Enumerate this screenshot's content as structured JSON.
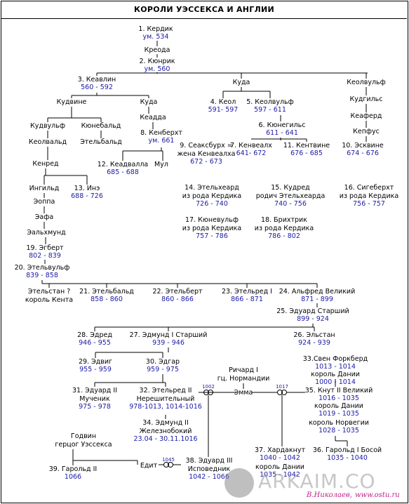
{
  "title": "КОРОЛИ УЭССЕКСА И АНГЛИИ",
  "nodes": [
    {
      "id": "n1",
      "name": "1. Кердик",
      "years": "ум. 534"
    },
    {
      "id": "n1a",
      "name": "Креода",
      "years": ""
    },
    {
      "id": "n2",
      "name": "2. Кюнрик",
      "years": "ум. 560"
    },
    {
      "id": "n3",
      "name": "3. Кеавлин",
      "years": "560 - 592"
    },
    {
      "id": "nKuda1",
      "name": "Куда",
      "years": ""
    },
    {
      "id": "nKeolv1",
      "name": "Кеолвульф",
      "years": ""
    },
    {
      "id": "nKudvine",
      "name": "Кудвине",
      "years": ""
    },
    {
      "id": "nKuda2",
      "name": "Куда",
      "years": ""
    },
    {
      "id": "n4",
      "name": "4. Кеол",
      "years": "591- 597"
    },
    {
      "id": "n5",
      "name": "5. Кеолвульф",
      "years": "597 - 611"
    },
    {
      "id": "nKudgils",
      "name": "Кудгильс",
      "years": ""
    },
    {
      "id": "nKudvulf",
      "name": "Кудвульф",
      "years": ""
    },
    {
      "id": "nKunebald",
      "name": "Кюнебальд",
      "years": ""
    },
    {
      "id": "nKeadda",
      "name": "Кеадда",
      "years": ""
    },
    {
      "id": "n6",
      "name": "6. Кюнегильс",
      "years": "611 - 641"
    },
    {
      "id": "nKeaferd",
      "name": "Кеаферд",
      "years": ""
    },
    {
      "id": "nKeolvald",
      "name": "Кеолвальд",
      "years": ""
    },
    {
      "id": "nEtelbald",
      "name": "Этельбальд",
      "years": ""
    },
    {
      "id": "n8",
      "name": "8. Кенберхт",
      "years": "ум. 661"
    },
    {
      "id": "nKepfus",
      "name": "Кепфус",
      "years": ""
    },
    {
      "id": "n9",
      "name": "9. Сеаксбурх =",
      "years": ""
    },
    {
      "id": "n9b",
      "name": "жена Кенвеалха",
      "years": "672 - 673"
    },
    {
      "id": "n7",
      "name": "7. Кенвеалх",
      "years": "641- 672"
    },
    {
      "id": "n11",
      "name": "11. Кентвине",
      "years": "676 - 685"
    },
    {
      "id": "n10",
      "name": "10. Эсквине",
      "years": "674 - 676"
    },
    {
      "id": "nKenred",
      "name": "Кенред",
      "years": ""
    },
    {
      "id": "n12",
      "name": "12. Кеадвалла",
      "years": "685 - 688"
    },
    {
      "id": "nMul",
      "name": "Мул",
      "years": ""
    },
    {
      "id": "nIngild",
      "name": "Ингильд",
      "years": ""
    },
    {
      "id": "n13",
      "name": "13. Инэ",
      "years": "688 - 726"
    },
    {
      "id": "n14",
      "name": "14. Этельхеард",
      "years": ""
    },
    {
      "id": "n14b",
      "name": "из рода Кердика",
      "years": "726 - 740"
    },
    {
      "id": "n15",
      "name": "15. Кудред",
      "years": ""
    },
    {
      "id": "n15b",
      "name": "родич Этельхеарда",
      "years": "740 - 756"
    },
    {
      "id": "n16",
      "name": "16. Сигеберхт",
      "years": ""
    },
    {
      "id": "n16b",
      "name": "из рода Кердика",
      "years": "756 - 757"
    },
    {
      "id": "nEoppa",
      "name": "Эоппа",
      "years": ""
    },
    {
      "id": "nEafa",
      "name": "Эафа",
      "years": ""
    },
    {
      "id": "n17",
      "name": "17. Кюневульф",
      "years": ""
    },
    {
      "id": "n17b",
      "name": "из рода Кердика",
      "years": "757 - 786"
    },
    {
      "id": "n18",
      "name": "18. Брихтрик",
      "years": ""
    },
    {
      "id": "n18b",
      "name": "из рода Кердика",
      "years": "786 - 802"
    },
    {
      "id": "nEalhmund",
      "name": "Эальхмунд",
      "years": ""
    },
    {
      "id": "n19",
      "name": "19. Эгберт",
      "years": "802 - 839"
    },
    {
      "id": "n20",
      "name": "20. Этельвульф",
      "years": "839 - 858"
    },
    {
      "id": "nEthelstan1",
      "name": "Этельстан  ?",
      "years": ""
    },
    {
      "id": "nEthelstan1b",
      "name": "король  Кента",
      "years": ""
    },
    {
      "id": "n21",
      "name": "21. Этельбальд",
      "years": "858 - 860"
    },
    {
      "id": "n22",
      "name": "22. Этельберт",
      "years": "860 - 866"
    },
    {
      "id": "n23",
      "name": "23. Этельред I",
      "years": "866 - 871"
    },
    {
      "id": "n24",
      "name": "24. Альфред Великий",
      "years": "871 - 899"
    },
    {
      "id": "n25",
      "name": "25. Эдуард Старший",
      "years": "899 - 924"
    },
    {
      "id": "n28",
      "name": "28. Эдред",
      "years": "946 - 955"
    },
    {
      "id": "n27",
      "name": "27. Эдмунд I Старший",
      "years": "939 - 946"
    },
    {
      "id": "n26",
      "name": "26. Эльстан",
      "years": "924 - 939"
    },
    {
      "id": "n29",
      "name": "29. Эдвиг",
      "years": "955 - 959"
    },
    {
      "id": "n30",
      "name": "30. Эдгар",
      "years": "959 - 975"
    },
    {
      "id": "n33",
      "name": "33.Свен Форкберд",
      "years": "1013 - 1014"
    },
    {
      "id": "n33b",
      "name": "король  Дании",
      "years": "1000 - 1014"
    },
    {
      "id": "nRichard",
      "name": "Ричард I",
      "years": ""
    },
    {
      "id": "nRichardb",
      "name": "гц. Нормандии",
      "years": ""
    },
    {
      "id": "n31",
      "name": "31. Эдуард II",
      "years": ""
    },
    {
      "id": "n31b",
      "name": "Мученик",
      "years": "975 - 978"
    },
    {
      "id": "n32",
      "name": "32. Этельред II",
      "years": ""
    },
    {
      "id": "n32b",
      "name": "Нерешительный",
      "years": "978-1013, 1014-1016"
    },
    {
      "id": "nEmma",
      "name": "Эмма",
      "years": ""
    },
    {
      "id": "n35",
      "name": "35. Кнут II Великий",
      "years": "1016 - 1035"
    },
    {
      "id": "n35b",
      "name": "король  Дании",
      "years": "1019 - 1035"
    },
    {
      "id": "n35c",
      "name": "король  Норвегии",
      "years": "1028 - 1035"
    },
    {
      "id": "n34",
      "name": "34. Эдмунд II",
      "years": ""
    },
    {
      "id": "n34b",
      "name": "Железнобокий",
      "years": "23.04 - 30.11.1016"
    },
    {
      "id": "nGodwin",
      "name": "Годвин",
      "years": ""
    },
    {
      "id": "nGodwinb",
      "name": "герцог Уэссекса",
      "years": ""
    },
    {
      "id": "n37",
      "name": "37. Хардакнут",
      "years": "1040 - 1042"
    },
    {
      "id": "n37b",
      "name": "король  Дании",
      "years": "1035 - 1042"
    },
    {
      "id": "n36",
      "name": "36. Гарольд I Босой",
      "years": "1035 - 1040"
    },
    {
      "id": "n39",
      "name": "39. Гарольд II",
      "years": "1066"
    },
    {
      "id": "nEdit",
      "name": "Едит",
      "years": ""
    },
    {
      "id": "n38",
      "name": "38. Эдуард III",
      "years": ""
    },
    {
      "id": "n38b",
      "name": "Исповедник",
      "years": "1042 - 1066"
    }
  ],
  "marriages": [
    {
      "id": "m1002",
      "year": "1002"
    },
    {
      "id": "m1017",
      "year": "1017"
    },
    {
      "id": "m1045",
      "year": "1045"
    }
  ],
  "footer": {
    "author": "В.Николаев,",
    "site": "www.ostu.ru",
    "watermark": "ARKAIM.CO"
  }
}
